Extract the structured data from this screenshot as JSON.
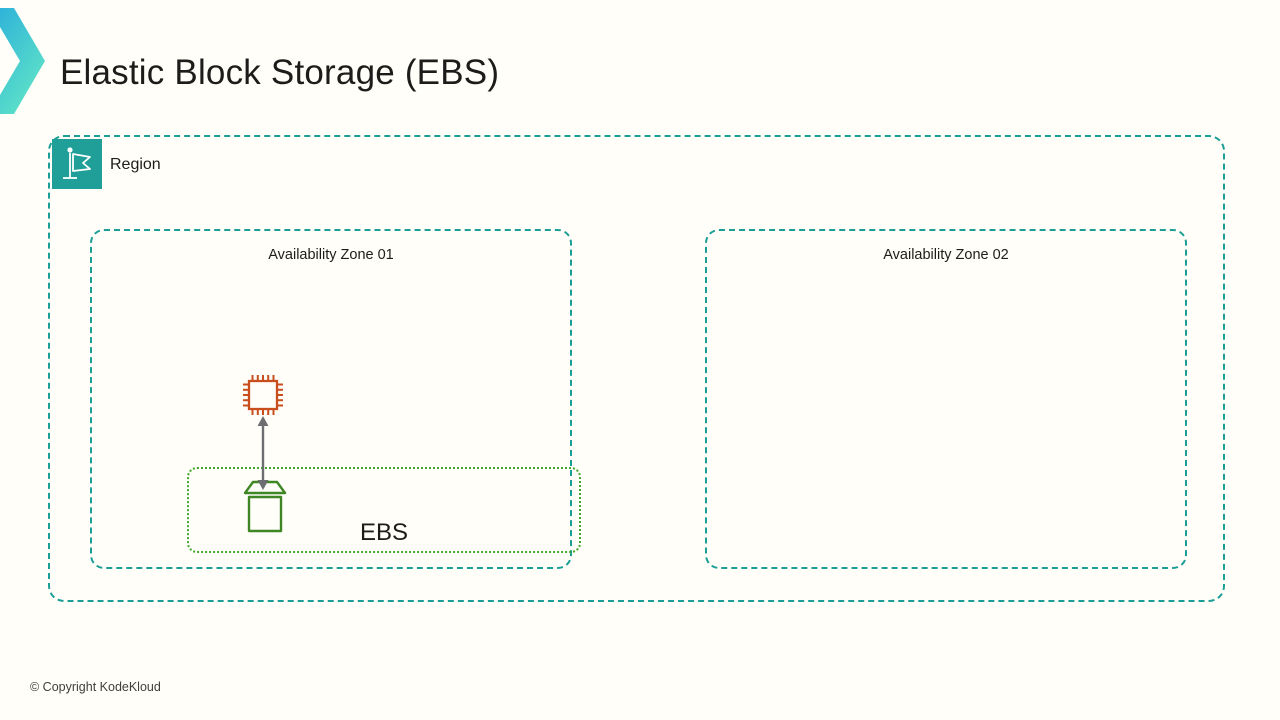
{
  "page": {
    "title": "Elastic Block Storage (EBS)",
    "copyright": "© Copyright KodeKloud",
    "background_color": "#FFFEF8"
  },
  "branding": {
    "logo_icon": "kodekloud-chevron-icon",
    "gradient_top": "#2FB3D9",
    "gradient_bottom": "#5FE3C7"
  },
  "diagram": {
    "region": {
      "label": "Region",
      "border_color": "#1B9E96",
      "badge_color": "#1F9F98",
      "badge_icon": "flag-icon"
    },
    "availability_zones": [
      {
        "label": "Availability Zone 01"
      },
      {
        "label": "Availability Zone 02"
      }
    ],
    "ec2_instance": {
      "icon": "chip-icon",
      "color": "#C94E1D"
    },
    "connection": {
      "type": "double-headed-arrow",
      "color": "#6D6E71"
    },
    "ebs": {
      "label": "EBS",
      "border_color": "#44A82E",
      "icon": "storage-box-icon",
      "icon_color": "#3F8624"
    }
  }
}
